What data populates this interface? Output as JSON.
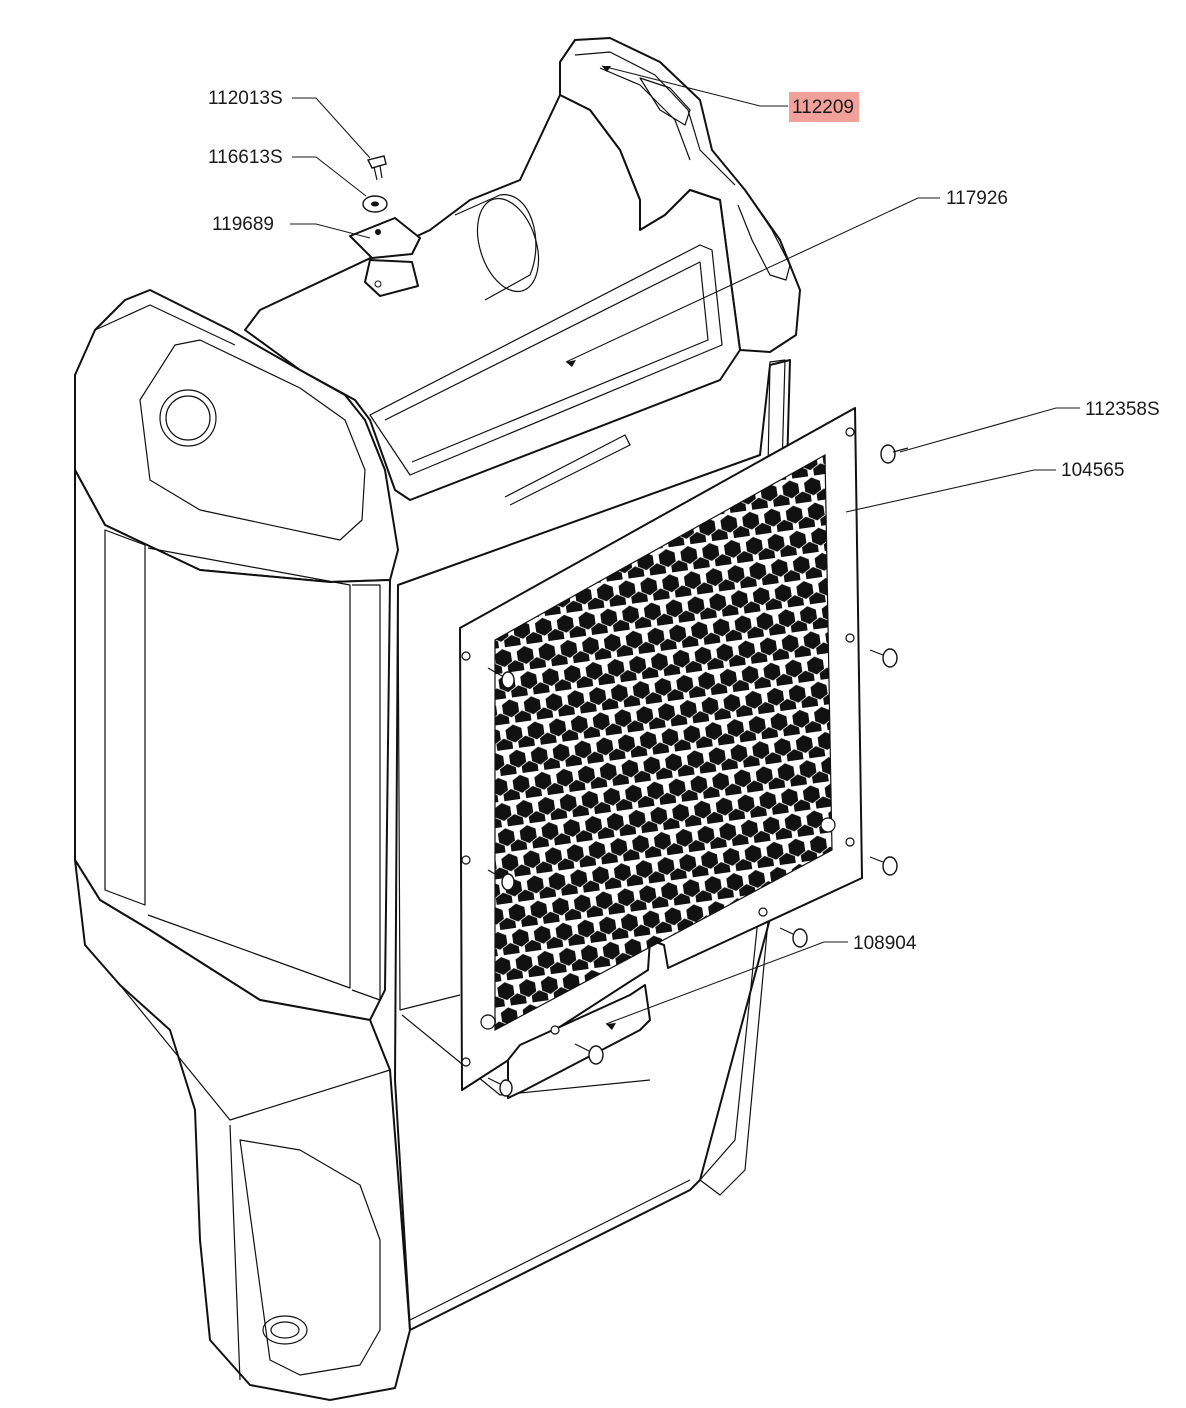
{
  "callouts": [
    {
      "id": "c1",
      "label": "112013S"
    },
    {
      "id": "c2",
      "label": "116613S"
    },
    {
      "id": "c3",
      "label": "119689"
    },
    {
      "id": "c4",
      "label": "112209",
      "highlight": "#f2a19a"
    },
    {
      "id": "c5",
      "label": "117926"
    },
    {
      "id": "c6",
      "label": "112358S"
    },
    {
      "id": "c7",
      "label": "104565"
    },
    {
      "id": "c8",
      "label": "108904"
    }
  ],
  "colors": {
    "line": "#111111",
    "background": "#ffffff",
    "highlight": "#f2a19a"
  }
}
